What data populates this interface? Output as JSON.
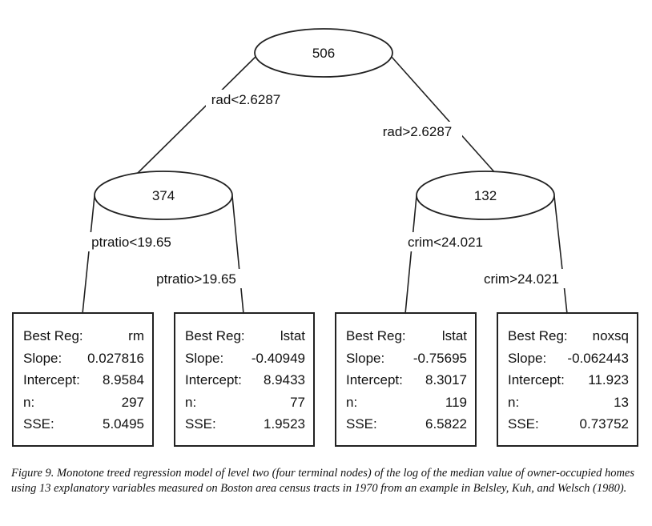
{
  "tree": {
    "root": {
      "count": "506"
    },
    "root_left_label": "rad<2.6287",
    "root_right_label": "rad>2.6287",
    "left": {
      "count": "374",
      "left_label": "ptratio<19.65",
      "right_label": "ptratio>19.65"
    },
    "right": {
      "count": "132",
      "left_label": "crim<24.021",
      "right_label": "crim>24.021"
    }
  },
  "leaves": [
    {
      "rows": [
        {
          "label": "Best Reg:",
          "value": "rm"
        },
        {
          "label": "Slope:",
          "value": "0.027816"
        },
        {
          "label": "Intercept:",
          "value": "8.9584"
        },
        {
          "label": "n:",
          "value": "297"
        },
        {
          "label": "SSE:",
          "value": "5.0495"
        }
      ]
    },
    {
      "rows": [
        {
          "label": "Best Reg:",
          "value": "lstat"
        },
        {
          "label": "Slope:",
          "value": "-0.40949"
        },
        {
          "label": "Intercept:",
          "value": "8.9433"
        },
        {
          "label": "n:",
          "value": "77"
        },
        {
          "label": "SSE:",
          "value": "1.9523"
        }
      ]
    },
    {
      "rows": [
        {
          "label": "Best Reg:",
          "value": "lstat"
        },
        {
          "label": "Slope:",
          "value": "-0.75695"
        },
        {
          "label": "Intercept:",
          "value": "8.3017"
        },
        {
          "label": "n:",
          "value": "119"
        },
        {
          "label": "SSE:",
          "value": "6.5822"
        }
      ]
    },
    {
      "rows": [
        {
          "label": "Best Reg:",
          "value": "noxsq"
        },
        {
          "label": "Slope:",
          "value": "-0.062443"
        },
        {
          "label": "Intercept:",
          "value": "11.923"
        },
        {
          "label": "n:",
          "value": "13"
        },
        {
          "label": "SSE:",
          "value": "0.73752"
        }
      ]
    }
  ],
  "caption": "Figure 9.  Monotone treed regression model of level two (four terminal nodes) of the log of the median value of owner-occupied homes using 13 explanatory variables measured on Boston area census tracts in 1970 from an example in Belsley, Kuh, and Welsch (1980)."
}
